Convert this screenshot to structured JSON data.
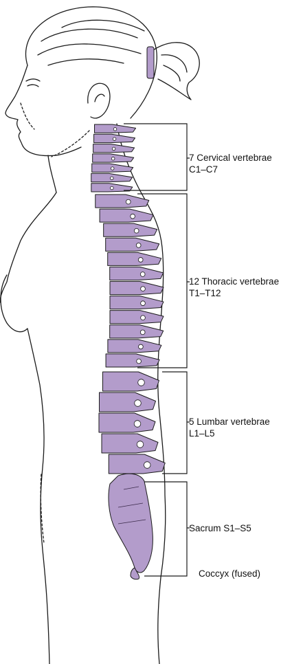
{
  "colors": {
    "outline": "#1a1a1a",
    "bone": "#b39ccb",
    "bone_dark": "#3a2a4a",
    "hair_tie": "#b39ccb",
    "background": "#ffffff"
  },
  "regions": [
    {
      "id": "cervical",
      "line1": "7 Cervical vertebrae",
      "line2": "C1–C7",
      "count": 7
    },
    {
      "id": "thoracic",
      "line1": "12 Thoracic vertebrae",
      "line2": "T1–T12",
      "count": 12
    },
    {
      "id": "lumbar",
      "line1": "5 Lumbar vertebrae",
      "line2": "L1–L5",
      "count": 5
    },
    {
      "id": "sacrum",
      "line1": "Sacrum S1–S5",
      "line2": ""
    },
    {
      "id": "coccyx",
      "line1": "Coccyx (fused)",
      "line2": ""
    }
  ]
}
